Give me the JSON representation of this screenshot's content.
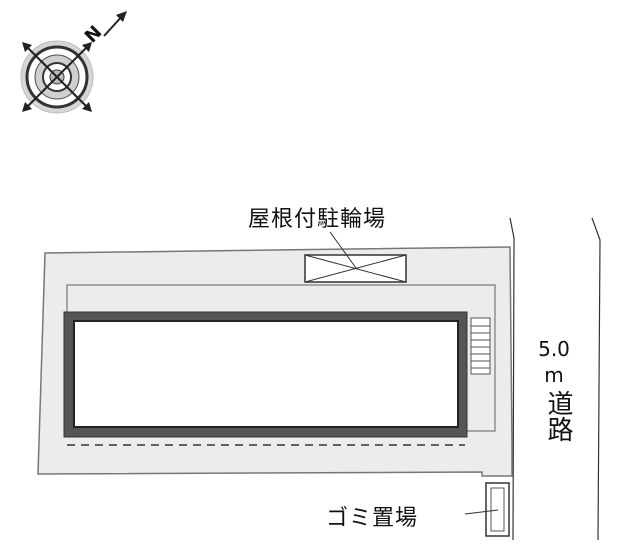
{
  "map": {
    "compass": {
      "north_letter": "N",
      "north_direction": "up-right"
    },
    "labels": {
      "bike_parking": "屋根付駐輪場",
      "garbage_area": "ゴミ置場",
      "road_width": "5.0",
      "road_unit": "m",
      "road_name": "道路"
    },
    "colors": {
      "lot_fill": "#ececec",
      "lot_stroke": "#777777",
      "building_wall": "#555555",
      "building_fill": "#ffffff",
      "line": "#222222"
    },
    "icons": {
      "compass": "compass-icon",
      "stairs": "stairs-icon",
      "bike_parking": "bike-parking-cross-box"
    }
  }
}
